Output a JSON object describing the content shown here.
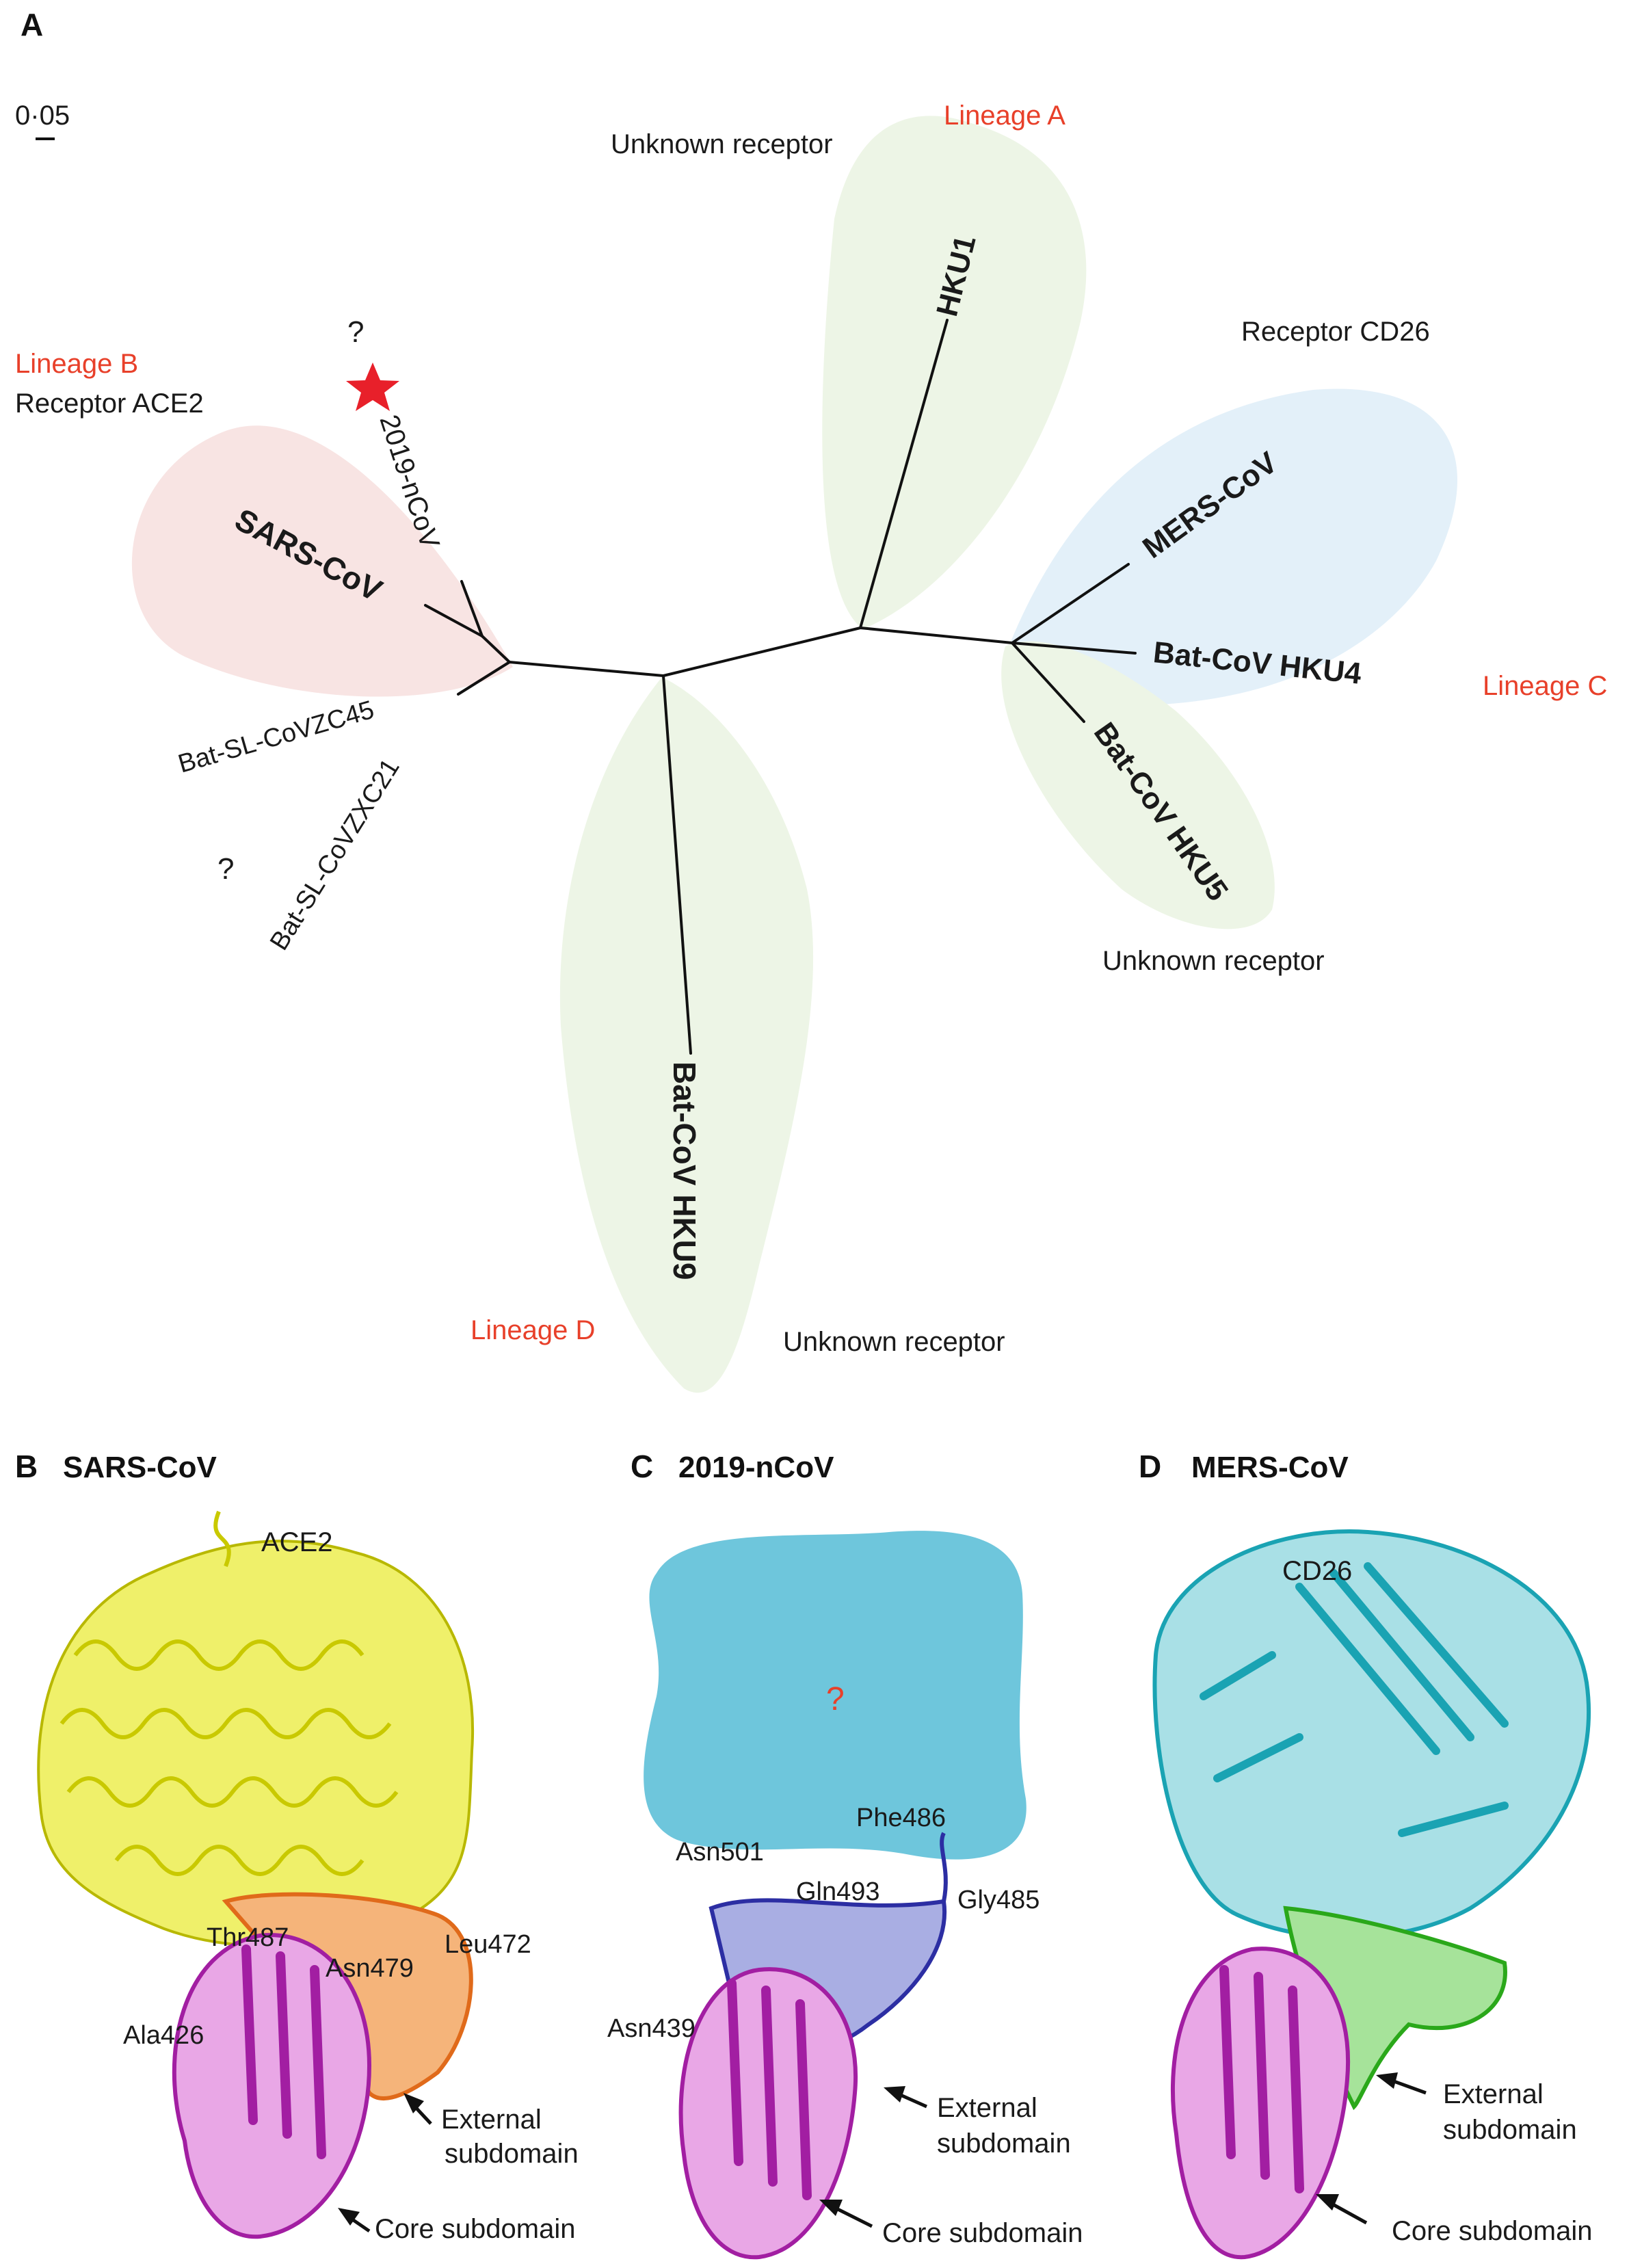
{
  "panelA": {
    "letter": "A",
    "scale": "0·05",
    "lineages": {
      "a": "Lineage A",
      "b": "Lineage B",
      "c": "Lineage C",
      "d": "Lineage D"
    },
    "receptors": {
      "a": "Unknown receptor",
      "b": "Receptor ACE2",
      "c": "Receptor CD26",
      "c_hku5": "Unknown receptor",
      "d": "Unknown receptor"
    },
    "taxa": {
      "hku1": "HKU1",
      "sars": "SARS-CoV",
      "ncov": "2019-nCoV",
      "zc45": "Bat-SL-CoVZC45",
      "zxc21": "Bat-SL-CoVZXC21",
      "mers": "MERS-CoV",
      "hku4": "Bat-CoV HKU4",
      "hku5": "Bat-CoV HKU5",
      "hku9": "Bat-CoV HKU9"
    },
    "unknown_marks": [
      "?",
      "?"
    ],
    "colors": {
      "lineage_label": "#e8402a",
      "pink_region": "#f8e4e3",
      "blue_region": "#e3f0f9",
      "green_region": "#edf5e6",
      "star": "#e8202a"
    }
  },
  "panelB": {
    "letter": "B",
    "title": "SARS-CoV",
    "receptor": "ACE2",
    "residues": [
      "Thr487",
      "Asn479",
      "Leu472",
      "Ala426"
    ],
    "external": [
      "External",
      "subdomain"
    ],
    "core": "Core subdomain"
  },
  "panelC": {
    "letter": "C",
    "title": "2019-nCoV",
    "unknown": "?",
    "residues": [
      "Phe486",
      "Asn501",
      "Gln493",
      "Gly485",
      "Asn439"
    ],
    "external": [
      "External",
      "subdomain"
    ],
    "core": "Core subdomain",
    "colors": {
      "blob": "#6ec6dc"
    }
  },
  "panelD": {
    "letter": "D",
    "title": "MERS-CoV",
    "receptor": "CD26",
    "external": [
      "External",
      "subdomain"
    ],
    "core": "Core subdomain"
  }
}
